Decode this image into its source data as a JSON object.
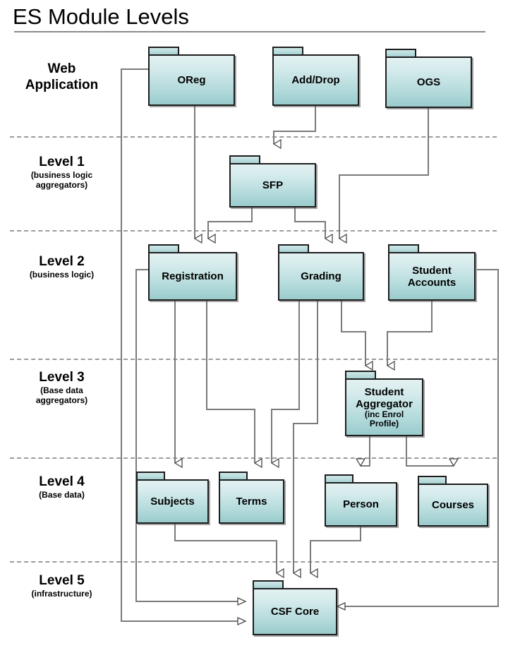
{
  "diagram": {
    "title": "ES Module Levels",
    "type": "uml-package-diagram"
  },
  "bands": [
    {
      "id": "web-application",
      "name": "Web",
      "name2": "Application",
      "sub": ""
    },
    {
      "id": "level-1",
      "name": "Level 1",
      "sub": "(business logic",
      "sub2": "aggregators)"
    },
    {
      "id": "level-2",
      "name": "Level 2",
      "sub": "(business logic)",
      "sub2": ""
    },
    {
      "id": "level-3",
      "name": "Level 3",
      "sub": "(Base data",
      "sub2": "aggregators)"
    },
    {
      "id": "level-4",
      "name": "Level 4",
      "sub": "(Base data)",
      "sub2": ""
    },
    {
      "id": "level-5",
      "name": "Level 5",
      "sub": "(infrastructure)",
      "sub2": ""
    }
  ],
  "packages": [
    {
      "id": "oreg",
      "label": "OReg",
      "sub": "",
      "band": "web-application"
    },
    {
      "id": "add-drop",
      "label": "Add/Drop",
      "sub": "",
      "band": "web-application"
    },
    {
      "id": "ogs",
      "label": "OGS",
      "sub": "",
      "band": "web-application"
    },
    {
      "id": "sfp",
      "label": "SFP",
      "sub": "",
      "band": "level-1"
    },
    {
      "id": "registration",
      "label": "Registration",
      "sub": "",
      "band": "level-2"
    },
    {
      "id": "grading",
      "label": "Grading",
      "sub": "",
      "band": "level-2"
    },
    {
      "id": "student-accounts",
      "label": "Student\nAccounts",
      "line1": "Student",
      "line2": "Accounts",
      "sub": "",
      "band": "level-2"
    },
    {
      "id": "student-aggregator",
      "label": "Student Aggregator",
      "line1": "Student",
      "line2": "Aggregator",
      "sub": "(inc Enrol",
      "sub2": "Profile)",
      "band": "level-3"
    },
    {
      "id": "subjects",
      "label": "Subjects",
      "sub": "",
      "band": "level-4"
    },
    {
      "id": "terms",
      "label": "Terms",
      "sub": "",
      "band": "level-4"
    },
    {
      "id": "person",
      "label": "Person",
      "sub": "",
      "band": "level-4"
    },
    {
      "id": "courses",
      "label": "Courses",
      "sub": "",
      "band": "level-5"
    },
    {
      "id": "csf-core",
      "label": "CSF Core",
      "sub": "",
      "band": "level-5"
    }
  ],
  "dependencies": [
    {
      "from": "add-drop",
      "to": "sfp"
    },
    {
      "from": "ogs",
      "to": "grading"
    },
    {
      "from": "oreg",
      "to": "registration"
    },
    {
      "from": "oreg",
      "to": "csf-core"
    },
    {
      "from": "sfp",
      "to": "registration"
    },
    {
      "from": "sfp",
      "to": "grading"
    },
    {
      "from": "registration",
      "to": "subjects"
    },
    {
      "from": "registration",
      "to": "terms"
    },
    {
      "from": "registration",
      "to": "csf-core"
    },
    {
      "from": "grading",
      "to": "terms"
    },
    {
      "from": "grading",
      "to": "student-aggregator"
    },
    {
      "from": "grading",
      "to": "csf-core"
    },
    {
      "from": "student-accounts",
      "to": "student-aggregator"
    },
    {
      "from": "student-accounts",
      "to": "csf-core"
    },
    {
      "from": "student-aggregator",
      "to": "person"
    },
    {
      "from": "student-aggregator",
      "to": "courses"
    },
    {
      "from": "subjects",
      "to": "csf-core"
    },
    {
      "from": "person",
      "to": "csf-core"
    }
  ],
  "colors": {
    "package_fill_top": "#e3f1f2",
    "package_fill_bottom": "#9acbcd",
    "package_border": "#1d1d1d",
    "connector": "#7a7a7a",
    "separator": "#9b9b9b",
    "title_rule": "#8a8a8a",
    "text": "#000000",
    "background": "#ffffff"
  }
}
